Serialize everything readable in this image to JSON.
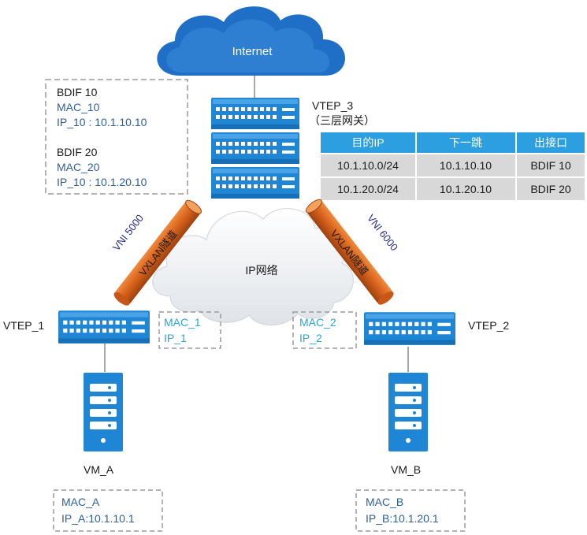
{
  "cloud_label": "Internet",
  "ip_network_label": "IP网络",
  "vtep3": {
    "name": "VTEP_3",
    "role": "（三层网关）"
  },
  "gateway_box": {
    "bdif10": {
      "name": "BDIF 10",
      "mac": "MAC_10",
      "ip": "IP_10 : 10.1.10.10"
    },
    "bdif20": {
      "name": "BDIF 20",
      "mac": "MAC_20",
      "ip": "IP_10 : 10.1.20.10"
    }
  },
  "route_table": {
    "headers": [
      "目的IP",
      "下一跳",
      "出接口"
    ],
    "rows": [
      [
        "10.1.10.0/24",
        "10.1.10.10",
        "BDIF 10"
      ],
      [
        "10.1.20.0/24",
        "10.1.20.10",
        "BDIF 20"
      ]
    ]
  },
  "tunnels": {
    "left": {
      "vni": "VNI 5000",
      "label": "VXLAN隧道"
    },
    "right": {
      "vni": "VNI 6000",
      "label": "VXLAN隧道"
    }
  },
  "vtep1": {
    "name": "VTEP_1",
    "mac": "MAC_1",
    "ip": "IP_1"
  },
  "vtep2": {
    "name": "VTEP_2",
    "mac": "MAC_2",
    "ip": "IP_2"
  },
  "vm_a": {
    "name": "VM_A",
    "mac": "MAC_A",
    "ip": "IP_A:10.1.10.1"
  },
  "vm_b": {
    "name": "VM_B",
    "mac": "MAC_B",
    "ip": "IP_B:10.1.20.1"
  },
  "colors": {
    "device_blue": "#1f86d6",
    "cloud_blue": "#1f6fc7",
    "tunnel_orange": "#d9661f",
    "table_header": "#2b9fe0",
    "table_cell": "#d8d8d8",
    "text_blue": "#2e5f9b",
    "text_cyan": "#2aa6d6"
  }
}
